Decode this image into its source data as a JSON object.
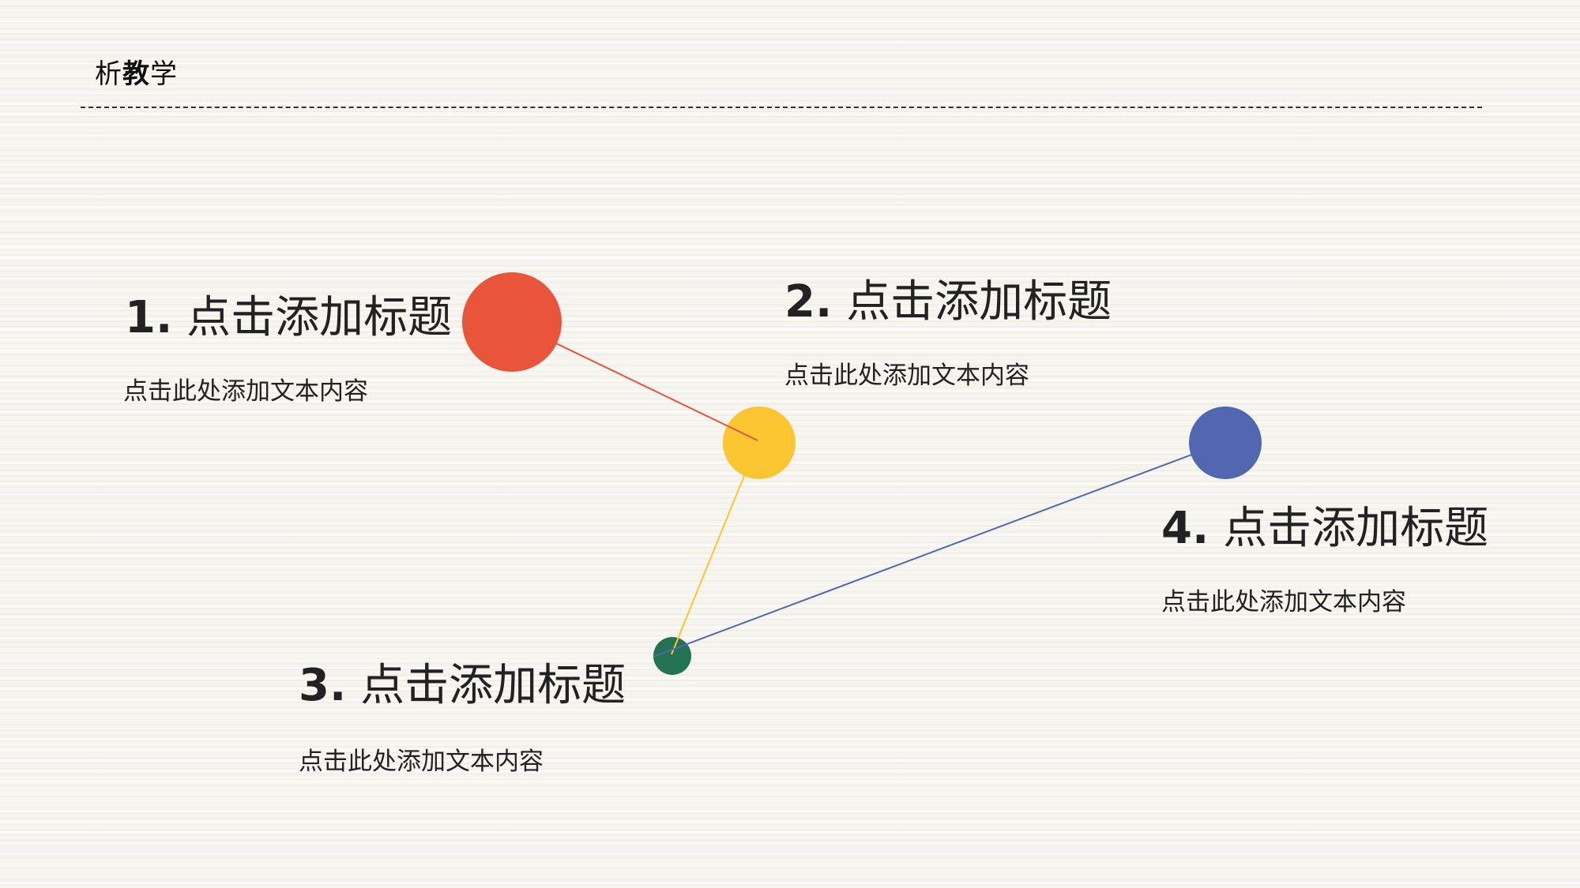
{
  "header": {
    "title_parts": [
      "析",
      "教",
      "学"
    ]
  },
  "colors": {
    "red": "#E8553A",
    "yellow": "#FBC632",
    "blue": "#5168B0",
    "green": "#237253",
    "text": "#222222",
    "background": "#F8F7F2"
  },
  "items": [
    {
      "number": "1.",
      "title": "点击添加标题",
      "body": "点击此处添加文本内容",
      "node_color": "red"
    },
    {
      "number": "2.",
      "title": "点击添加标题",
      "body": "点击此处添加文本内容",
      "node_color": "yellow"
    },
    {
      "number": "3.",
      "title": "点击添加标题",
      "body": "点击此处添加文本内容",
      "node_color": "green"
    },
    {
      "number": "4.",
      "title": "点击添加标题",
      "body": "点击此处添加文本内容",
      "node_color": "blue"
    }
  ]
}
